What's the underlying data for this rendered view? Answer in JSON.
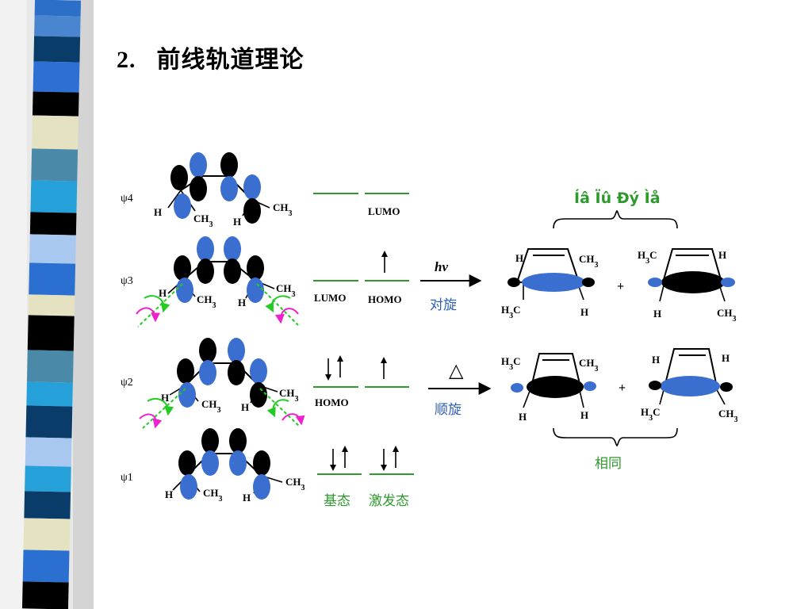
{
  "slide": {
    "number": "2.",
    "title": "前线轨道理论"
  },
  "psi_labels": [
    "ψ4",
    "ψ3",
    "ψ2",
    "ψ1"
  ],
  "substituents": {
    "h": "H",
    "ch3": "CH3",
    "h3c": "H3C"
  },
  "levels": {
    "lumo": "LUMO",
    "homo": "HOMO",
    "ground_state": "基态",
    "excited_state": "激发态"
  },
  "reactions": {
    "photo_condition": "hv",
    "photo_mode": "对旋",
    "thermal_condition": "△",
    "thermal_mode": "顺旋",
    "plus": "+",
    "garbled_top_label": "Íâ Ïû Ðý Ìå",
    "bottom_label": "相同"
  },
  "colors": {
    "blue_lobe": "#3a6fd0",
    "black_lobe": "#000000",
    "level_line": "#2e9a2e",
    "green_text": "#2e9a2e",
    "blue_text": "#2f5fb8",
    "green_arrow": "#22cc22",
    "magenta_arrow": "#ee22cc"
  },
  "icons": {
    "rotation_arrows": "curved-arrow-icon",
    "reaction_arrow": "arrow-right-icon"
  }
}
